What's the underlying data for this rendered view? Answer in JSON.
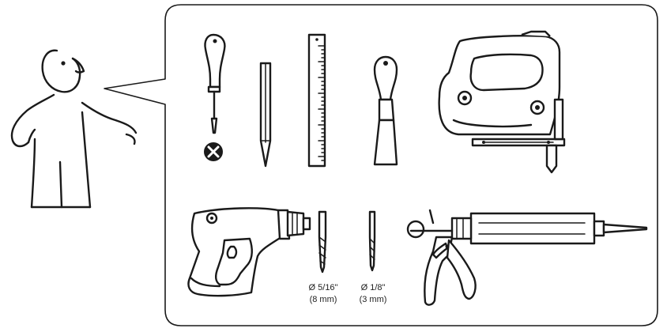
{
  "tools": {
    "drill_bits": [
      {
        "diameter": "Ø 5/16\"",
        "metric": "(8 mm)"
      },
      {
        "diameter": "Ø 1/8\"",
        "metric": "(3 mm)"
      }
    ]
  },
  "icons": {
    "person": "person-icon",
    "not_allowed": "x-mark-icon"
  }
}
